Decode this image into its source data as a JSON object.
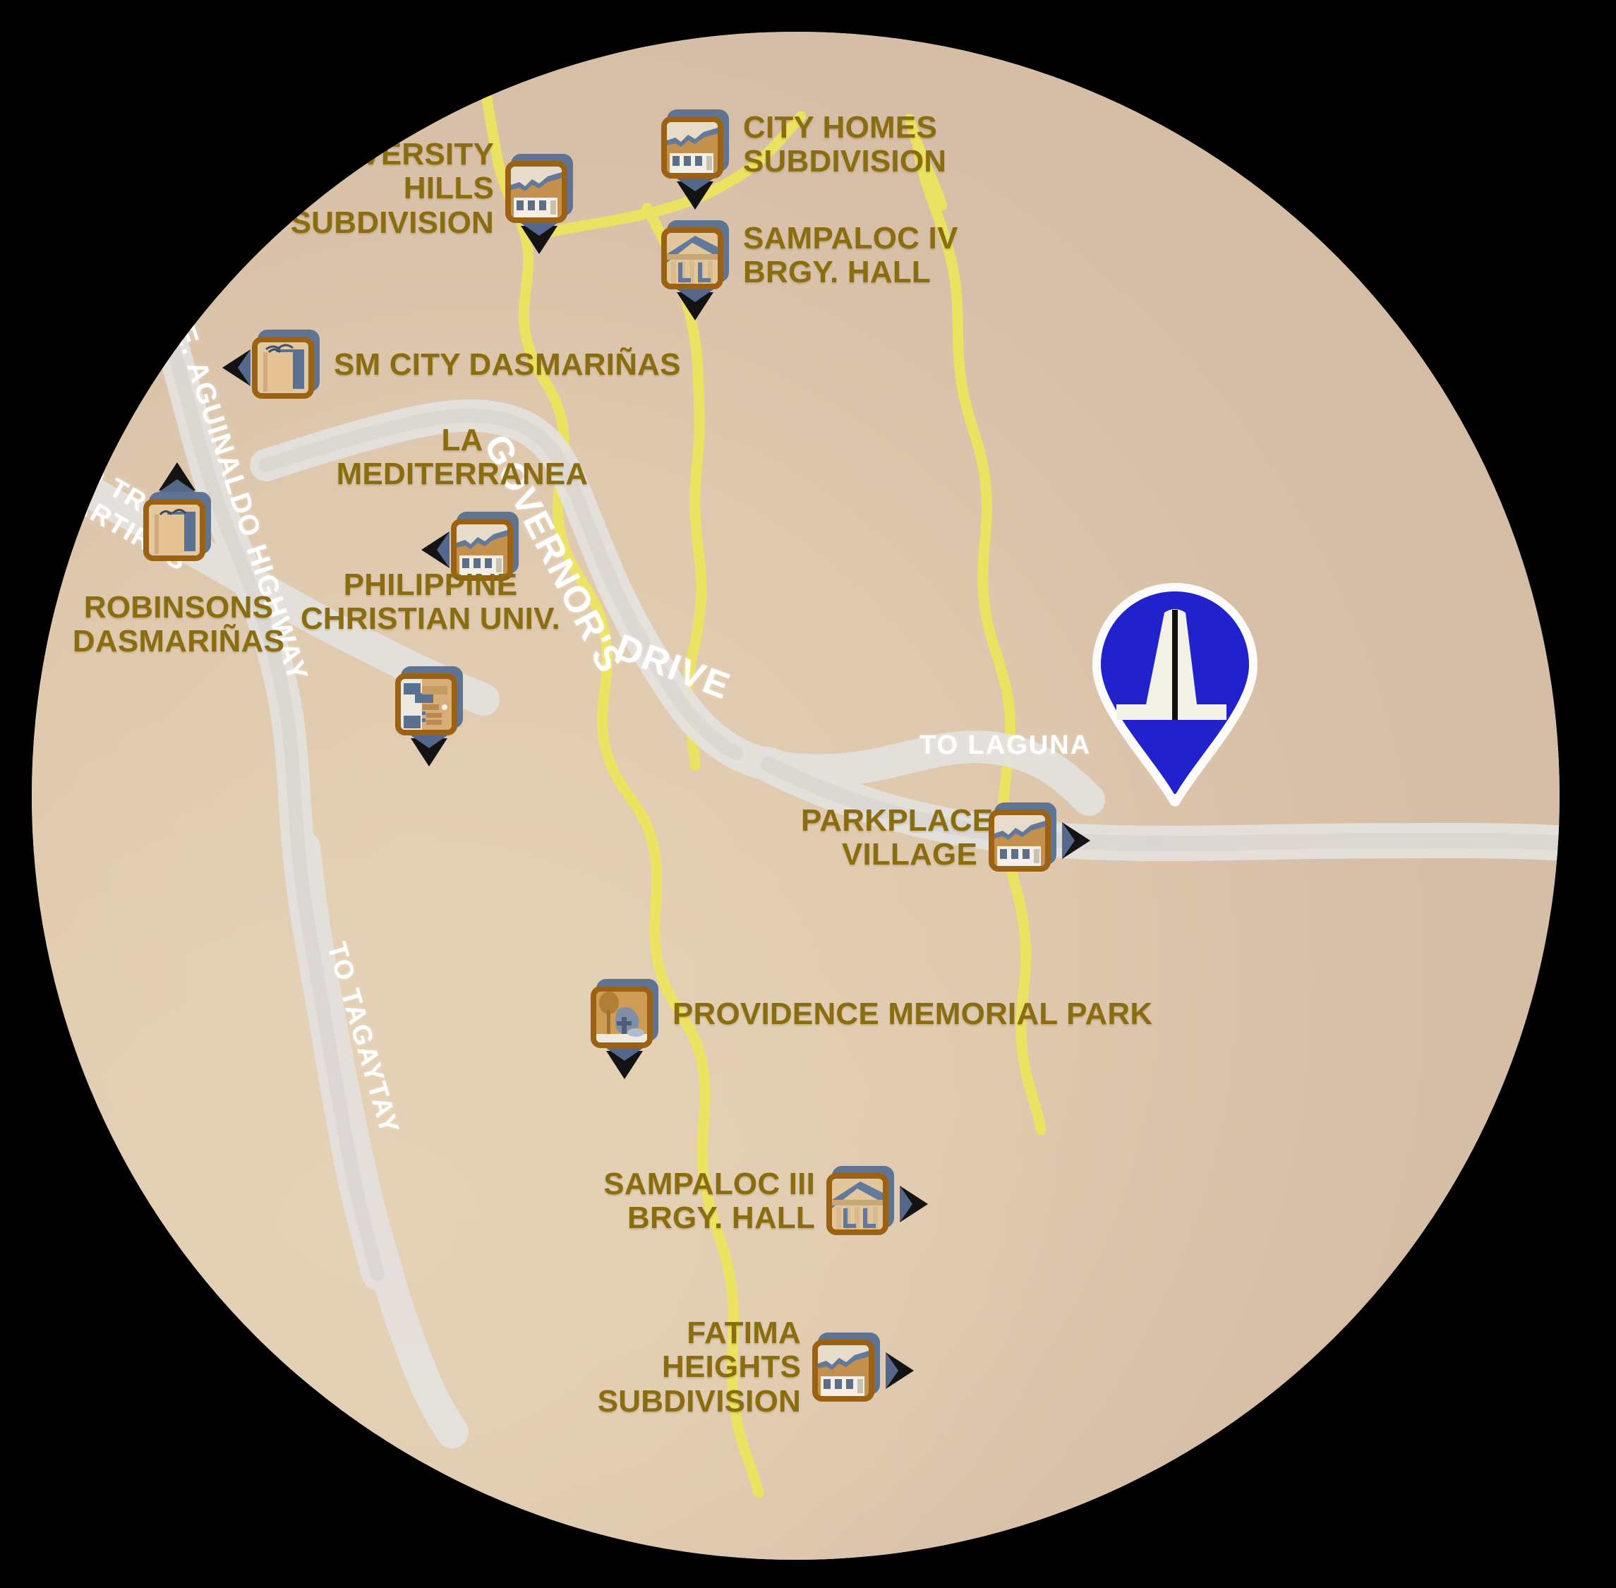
{
  "map": {
    "background_color": "#000000",
    "land_color": "#ddc6ab",
    "road_color": "#e3e0dd",
    "creek_color": "#e9e45a",
    "label_color": "#8a6d10",
    "road_label_color": "#ffffff",
    "pin_color": "#2222cc"
  },
  "pin": {
    "name": "main-location-pin",
    "icon": "monument-pin-icon"
  },
  "pois": [
    {
      "id": "university-hills",
      "label": "UNIVERSITY HILLS\nSUBDIVISION",
      "icon": "subdivision-house-icon",
      "pointer": "down"
    },
    {
      "id": "city-homes",
      "label": "CITY HOMES\nSUBDIVISION",
      "icon": "subdivision-house-icon",
      "pointer": "down"
    },
    {
      "id": "sampaloc-iv-brgy-hall",
      "label": "SAMPALOC IV\nBRGY. HALL",
      "icon": "barangay-hall-icon",
      "pointer": "down"
    },
    {
      "id": "sm-city-dasmarinas",
      "label": "SM CITY DASMARIÑAS",
      "icon": "shopping-bag-icon",
      "pointer": "left"
    },
    {
      "id": "robinsons-dasmarinas",
      "label": "ROBINSONS\nDASMARIÑAS",
      "icon": "shopping-bag-icon",
      "pointer": "up"
    },
    {
      "id": "la-mediterranea",
      "label": "LA MEDITERRANEA",
      "icon": "subdivision-house-icon",
      "pointer": "left"
    },
    {
      "id": "philippine-christian-univ",
      "label": "PHILIPPINE\nCHRISTIAN UNIV.",
      "icon": "campus-building-icon",
      "pointer": "down"
    },
    {
      "id": "parkplace-village",
      "label": "PARKPLACE\nVILLAGE",
      "icon": "subdivision-house-icon",
      "pointer": "right"
    },
    {
      "id": "providence-memorial-park",
      "label": "PROVIDENCE MEMORIAL PARK",
      "icon": "cemetery-cross-icon",
      "pointer": "down"
    },
    {
      "id": "sampaloc-iii-brgy-hall",
      "label": "SAMPALOC III BRGY. HALL",
      "icon": "barangay-hall-icon",
      "pointer": "right"
    },
    {
      "id": "fatima-heights",
      "label": "FATIMA HEIGHTS\nSUBDIVISION",
      "icon": "subdivision-house-icon",
      "pointer": "right"
    }
  ],
  "roads": [
    {
      "id": "e-aguinaldo-highway",
      "label": "E. AGUINALDO HIGHWAY"
    },
    {
      "id": "to-trece-martires",
      "label": "TO TRECE\nMARTIRES"
    },
    {
      "id": "governors-drive",
      "label": "GOVERNOR'S"
    },
    {
      "id": "governors-drive-2",
      "label": "DRIVE"
    },
    {
      "id": "to-laguna",
      "label": "TO LAGUNA"
    },
    {
      "id": "to-tagaytay",
      "label": "TO TAGAYTAY"
    }
  ]
}
